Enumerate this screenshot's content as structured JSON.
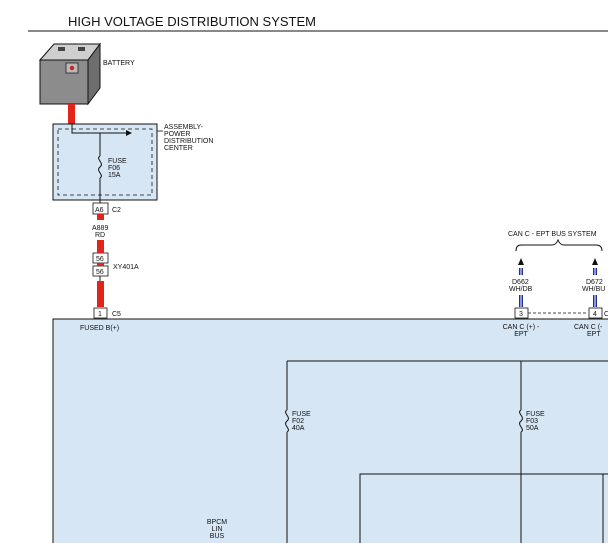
{
  "title": "HIGH VOLTAGE DISTRIBUTION SYSTEM",
  "battery": {
    "label": "BATTERY"
  },
  "pdc": {
    "label_lines": [
      "ASSEMBLY-",
      "POWER",
      "DISTRIBUTION",
      "CENTER"
    ],
    "fuse_lines": [
      "FUSE",
      "F06",
      "15A"
    ]
  },
  "connector_c2": {
    "pin": "A6",
    "name": "C2"
  },
  "wire": {
    "circuit": "A889",
    "color": "RD"
  },
  "inline_xy401a": {
    "pin_top": "56",
    "pin_bottom": "56",
    "name": "XY401A"
  },
  "connector_c5": {
    "pin": "1",
    "name": "C5"
  },
  "module": {
    "fused_label": "FUSED B(+)",
    "fuse_f02_lines": [
      "FUSE",
      "F02",
      "40A"
    ],
    "fuse_f03_lines": [
      "FUSE",
      "F03",
      "50A"
    ],
    "bpcm_lines": [
      "BPCM",
      "LIN",
      "BUS"
    ]
  },
  "can_bus": {
    "system_label": "CAN C - EPT BUS SYSTEM",
    "left": {
      "circuit": "D662",
      "color": "WH/DB",
      "pin": "3",
      "label_lines": [
        "CAN C (+) -",
        "EPT"
      ]
    },
    "right": {
      "circuit": "D672",
      "color": "WH/BU",
      "pin": "4",
      "partial": "C",
      "label_lines": [
        "CAN C (-",
        "EPT"
      ]
    }
  },
  "colors": {
    "wire_red": "#e3241b",
    "module_fill": "#d6e6f4",
    "can_blue": "#1f2f9a"
  }
}
